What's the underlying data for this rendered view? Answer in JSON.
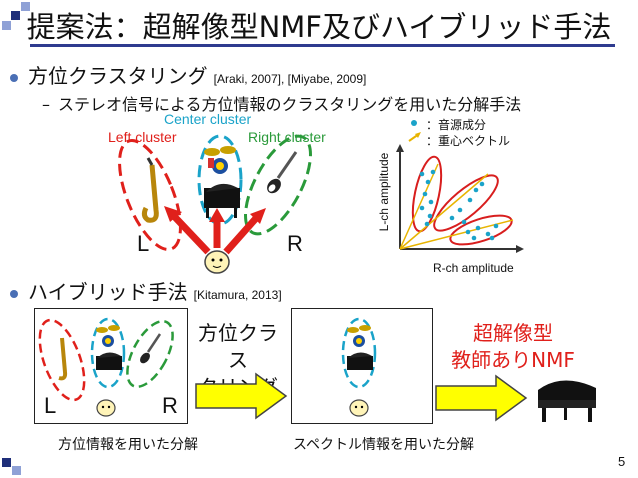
{
  "title": "提案法：超解像型NMF及びハイブリッド手法",
  "bullet1": {
    "label": "方位クラスタリング",
    "cite": "[Araki, 2007], [Miyabe, 2009]"
  },
  "sub1": "ステレオ信号による方位情報のクラスタリングを用いた分解手法",
  "diagram1": {
    "center": "Center cluster",
    "left": "Left cluster",
    "right": "Right cluster",
    "L": "L",
    "R": "R"
  },
  "scatter": {
    "legend_source": "：音源成分",
    "legend_centroid": "：重心ベクトル",
    "ylabel": "L-ch amplitude",
    "xlabel": "R-ch amplitude",
    "colors": {
      "point": "#1aa3c9",
      "centroid": "#e8b400",
      "cluster": "#d81e1e"
    }
  },
  "bullet2": {
    "label": "ハイブリッド手法",
    "cite": "[Kitamura, 2013]"
  },
  "flow": {
    "L": "L",
    "R": "R",
    "step1_line1": "方位クラス",
    "step1_line2": "タリング",
    "step2_line1": "超解像型",
    "step2_line2": "教師ありNMF",
    "caption1": "方位情報を用いた分解",
    "caption2": "スペクトル情報を用いた分解"
  },
  "page_number": "5",
  "colors": {
    "accent": "#2e3b8f",
    "red": "#e0201b",
    "green": "#2a9a3a",
    "blue": "#1aa3c9",
    "arrow": "#ffff00"
  }
}
